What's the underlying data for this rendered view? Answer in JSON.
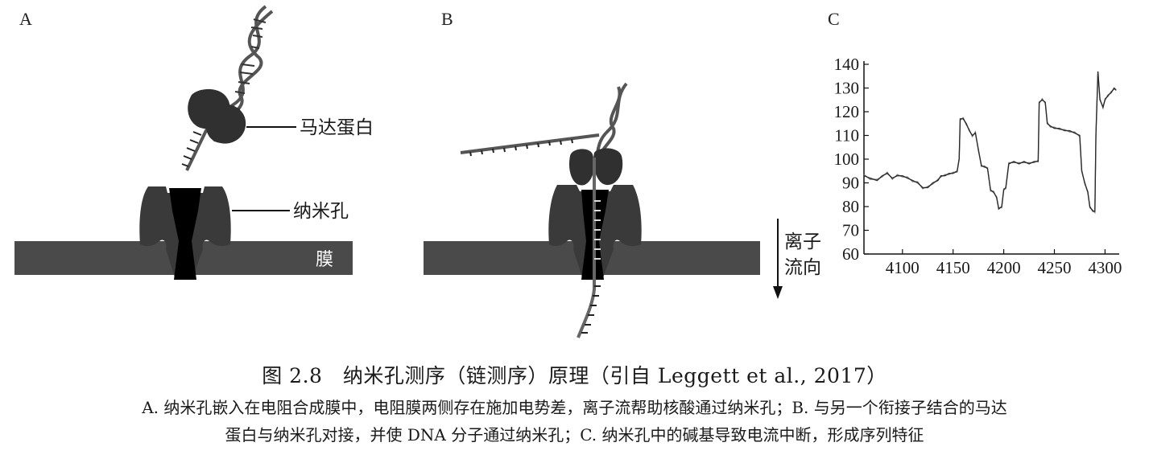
{
  "panels": {
    "a": {
      "letter": "A",
      "motor_label": "马达蛋白",
      "pore_label": "纳米孔",
      "membrane_label": "膜"
    },
    "b": {
      "letter": "B",
      "flow_label_line1": "离子",
      "flow_label_line2": "流向"
    },
    "c": {
      "letter": "C"
    }
  },
  "caption": {
    "title": "图 2.8　纳米孔测序（链测序）原理（引自 Leggett et al., 2017）",
    "body_line1": "A. 纳米孔嵌入在电阻合成膜中，电阻膜两侧存在施加电势差，离子流帮助核酸通过纳米孔；B. 与另一个衔接子结合的马达",
    "body_line2": "蛋白与纳米孔对接，并使 DNA 分子通过纳米孔；C. 纳米孔中的碱基导致电流中断，形成序列特征"
  },
  "colors": {
    "protein": "#3a3a3a",
    "pore_channel": "#000000",
    "membrane": "#4a4a4a",
    "dna": "#555555",
    "trace": "#2b2b2b"
  },
  "chart_data": {
    "type": "line",
    "title": "",
    "xlabel": "",
    "ylabel": "",
    "xlim": [
      4062,
      4314
    ],
    "ylim": [
      60,
      140
    ],
    "xticks": [
      4100,
      4150,
      4200,
      4250,
      4300
    ],
    "yticks": [
      60,
      70,
      80,
      90,
      100,
      110,
      120,
      130,
      140
    ],
    "series": [
      {
        "x": [
          4062,
          4068,
          4075,
          4080,
          4085,
          4090,
          4095,
          4100,
          4105,
          4110,
          4115,
          4120,
          4125,
          4130,
          4135,
          4138,
          4142,
          4146,
          4150,
          4154,
          4156,
          4157,
          4160,
          4163,
          4166,
          4169,
          4172,
          4175,
          4178,
          4181,
          4184,
          4187,
          4190,
          4193,
          4195,
          4198,
          4200,
          4202,
          4205,
          4210,
          4215,
          4220,
          4225,
          4230,
          4234,
          4235,
          4238,
          4241,
          4243,
          4246,
          4250,
          4255,
          4260,
          4265,
          4270,
          4275,
          4277,
          4280,
          4283,
          4285,
          4288,
          4290,
          4291,
          4293,
          4295,
          4298,
          4300,
          4303,
          4306,
          4309,
          4311
        ],
        "y": [
          93,
          92,
          91,
          93,
          94,
          92,
          93,
          93,
          92,
          91,
          90,
          88,
          88,
          90,
          91,
          93,
          93,
          94,
          94,
          95,
          100,
          117,
          117,
          115,
          112,
          110,
          111,
          104,
          97,
          97,
          96,
          87,
          86,
          84,
          79,
          80,
          87,
          88,
          98,
          99,
          98,
          99,
          98,
          99,
          99,
          124,
          125,
          124,
          115,
          114,
          113,
          113,
          112,
          112,
          111,
          110,
          95,
          90,
          86,
          80,
          78,
          78,
          110,
          137,
          125,
          122,
          125,
          127,
          128,
          130,
          129
        ]
      }
    ]
  }
}
